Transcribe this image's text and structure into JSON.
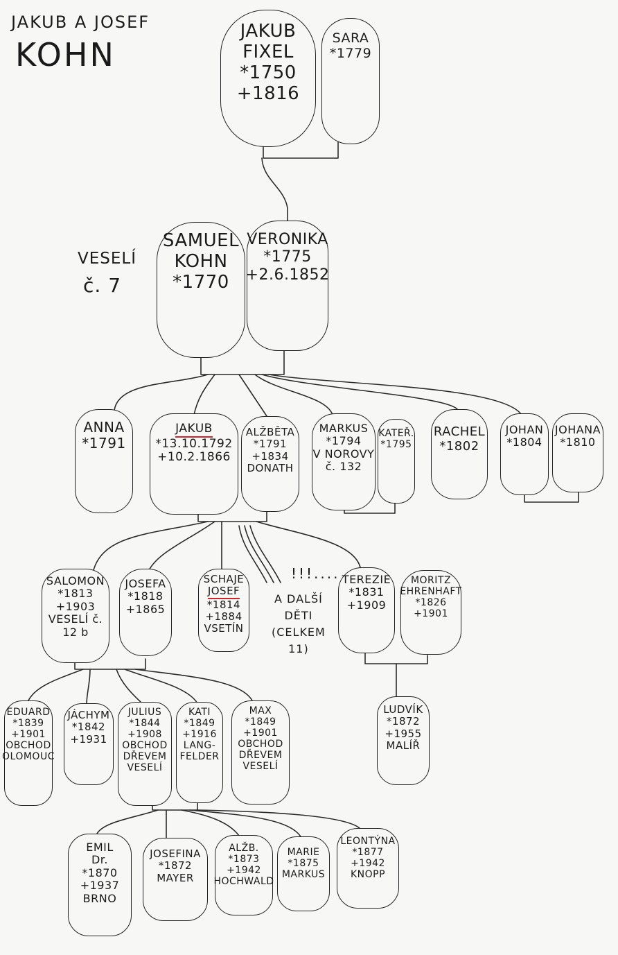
{
  "header": {
    "line1": "JAKUB A JOSEF",
    "line2": "KOHN"
  },
  "notes": {
    "vesely_line1": "VESELÍ",
    "vesely_line2": "č. 7",
    "marks": "!!!....",
    "others_line1": "A DALŠÍ",
    "others_line2": "DĚTI",
    "others_line3": "(CELKEM",
    "others_line4": "11)"
  },
  "nodes": {
    "jakub_fixel": [
      "JAKUB",
      "FIXEL",
      "*1750",
      "+1816"
    ],
    "sara": [
      "SARA",
      "*1779"
    ],
    "samuel": [
      "SAMUEL",
      "KOHN",
      "*1770"
    ],
    "veronika": [
      "VERONIKA",
      "*1775",
      "+2.6.1852"
    ],
    "anna": [
      "ANNA",
      "*1791"
    ],
    "jakub2": [
      "JAKUB",
      "*13.10.1792",
      "+10.2.1866"
    ],
    "alzbeta": [
      "ALŽBĚTA",
      "*1791",
      "+1834",
      "DONATH"
    ],
    "markus": [
      "MARKUS",
      "*1794",
      "V NOROVY",
      "č. 132"
    ],
    "kater": [
      "KATEŘ.",
      "*1795"
    ],
    "rachel": [
      "RACHEL",
      "*1802"
    ],
    "johan": [
      "JOHAN",
      "*1804"
    ],
    "johana": [
      "JOHANA",
      "*1810"
    ],
    "salomon": [
      "SALOMON",
      "*1813",
      "+1903",
      "VESELÍ č.",
      "12 b"
    ],
    "josefa": [
      "JOSEFA",
      "*1818",
      "+1865"
    ],
    "schaje": [
      "SCHAJE",
      "JOSEF",
      "*1814",
      "+1884",
      "VSETÍN"
    ],
    "terezie": [
      "TEREZIE",
      "*1831",
      "+1909"
    ],
    "moritz": [
      "MORITZ",
      "EHRENHAFT",
      "*1826",
      "+1901"
    ],
    "eduard": [
      "EDUARD",
      "*1839",
      "+1901",
      "OBCHOD",
      "OLOMOUC"
    ],
    "jachym": [
      "JÁCHYM",
      "*1842",
      "+1931"
    ],
    "julius": [
      "JULIUS",
      "*1844",
      "+1908",
      "OBCHOD",
      "DŘEVEM",
      "VESELÍ"
    ],
    "kati": [
      "KATI",
      "*1849",
      "+1916",
      "LANG-",
      "FELDER"
    ],
    "max": [
      "MAX",
      "*1849",
      "+1901",
      "OBCHOD",
      "DŘEVEM",
      "VESELÍ"
    ],
    "ludvik": [
      "LUDVÍK",
      "*1872",
      "+1955",
      "MALÍŘ"
    ],
    "emil": [
      "EMIL",
      "Dr.",
      "*1870",
      "+1937",
      "BRNO"
    ],
    "josefina": [
      "JOSEFINA",
      "*1872",
      "MAYER"
    ],
    "alzb2": [
      "ALŽB.",
      "*1873",
      "+1942",
      "HOCHWALD"
    ],
    "marie": [
      "MARIE",
      "*1875",
      "MARKUS"
    ],
    "leontyna": [
      "LEONTÝNA",
      "*1877",
      "+1942",
      "KNOPP"
    ]
  }
}
